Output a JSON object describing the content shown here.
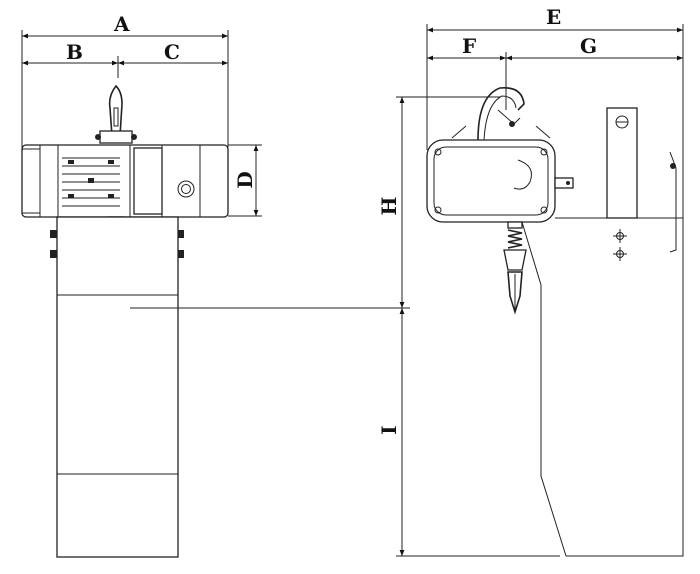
{
  "dimensions": {
    "a": "A",
    "b": "B",
    "c": "C",
    "d": "D",
    "e": "E",
    "f": "F",
    "g": "G",
    "h": "H",
    "i": "I"
  }
}
